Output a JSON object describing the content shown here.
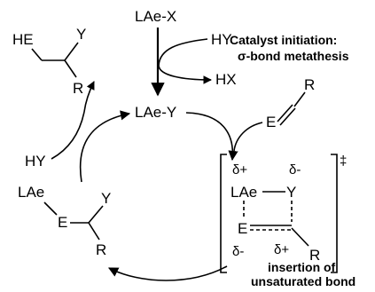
{
  "precursor": {
    "label": "LAe-X"
  },
  "initiation": {
    "reagent": "HY",
    "byproduct": "HX",
    "title_line1": "Catalyst initiation:",
    "title_line2": "σ-bond metathesis"
  },
  "catalyst": {
    "label": "LAe-Y"
  },
  "alkene": {
    "atom_e": "E",
    "substituent": "R"
  },
  "transition_state": {
    "metal": "LAe",
    "atom_y": "Y",
    "atom_e": "E",
    "substituent": "R",
    "charge_ae": "δ+",
    "charge_y": "δ-",
    "charge_e": "δ-",
    "charge_c": "δ+",
    "dagger": "‡"
  },
  "insertion": {
    "line1": "insertion of",
    "line2": "unsaturated bond"
  },
  "intermediate": {
    "metal": "LAe",
    "atom_e": "E",
    "atom_y": "Y",
    "substituent": "R"
  },
  "protonolysis": {
    "reagent": "HY"
  },
  "product": {
    "atom_he": "HE",
    "atom_y": "Y",
    "substituent": "R"
  },
  "colors": {
    "ink": "#000000",
    "background": "#ffffff"
  }
}
